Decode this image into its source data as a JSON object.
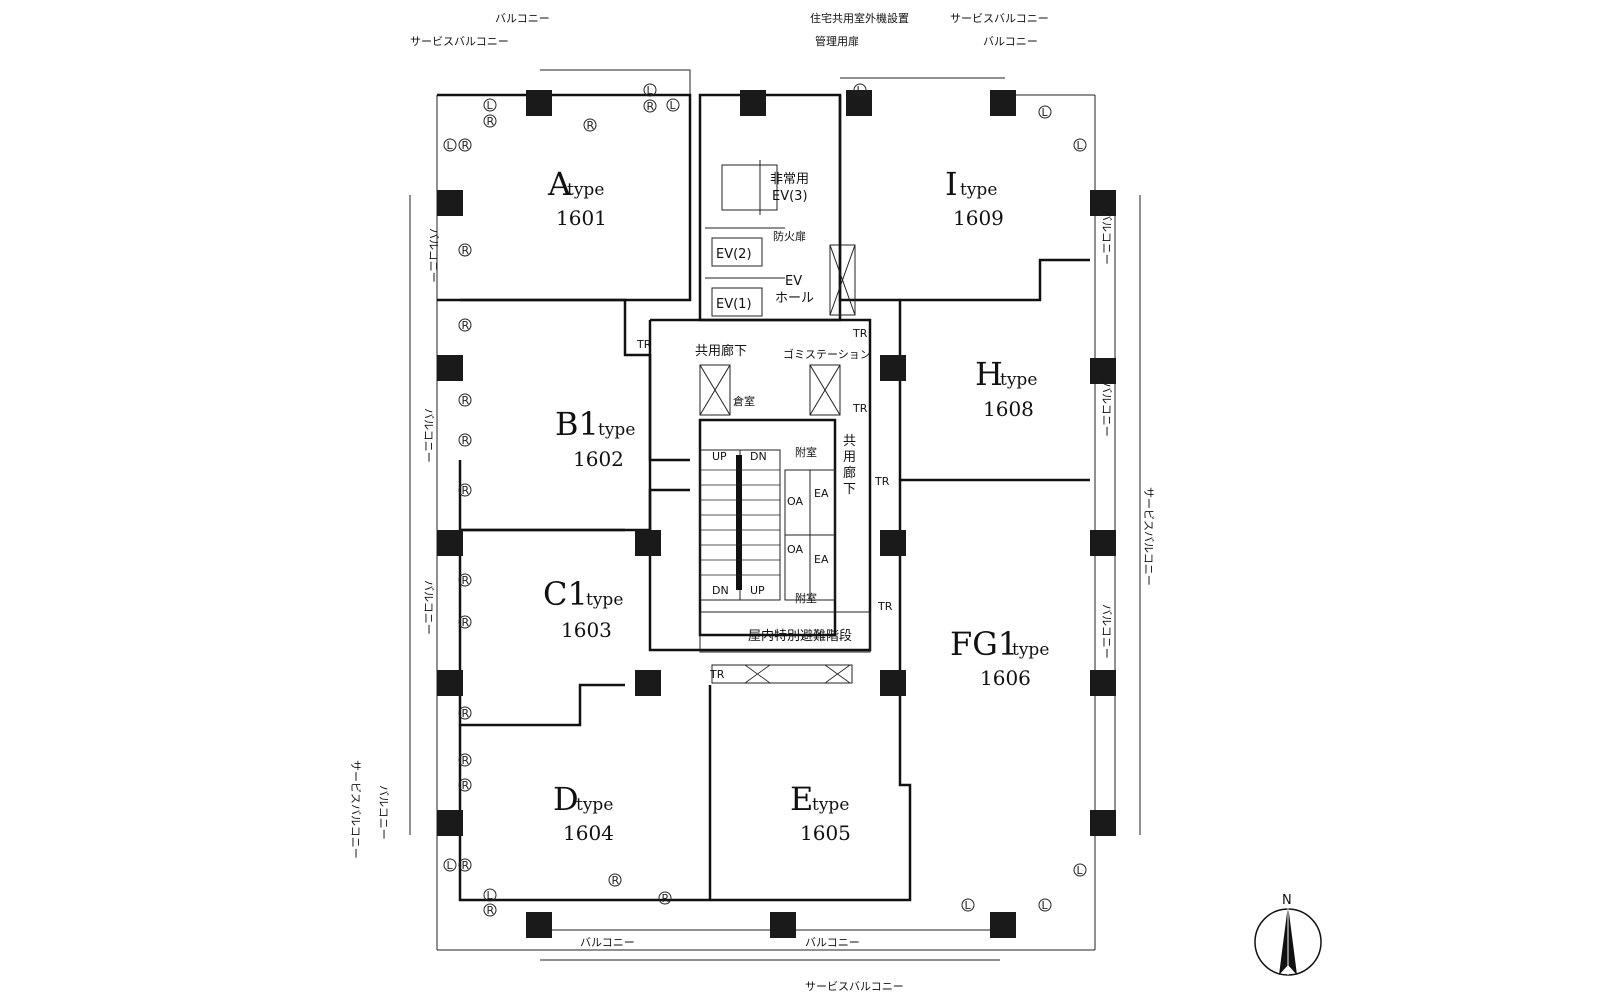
{
  "units": [
    {
      "id": "A",
      "letter": "A",
      "suffix": "type",
      "number": "1601"
    },
    {
      "id": "B1",
      "letter": "B1",
      "suffix": "type",
      "number": "1602"
    },
    {
      "id": "C1",
      "letter": "C1",
      "suffix": "type",
      "number": "1603"
    },
    {
      "id": "D",
      "letter": "D",
      "suffix": "type",
      "number": "1604"
    },
    {
      "id": "E",
      "letter": "E",
      "suffix": "type",
      "number": "1605"
    },
    {
      "id": "FG1",
      "letter": "FG1",
      "suffix": "type",
      "number": "1606"
    },
    {
      "id": "H",
      "letter": "H",
      "suffix": "type",
      "number": "1608"
    },
    {
      "id": "I",
      "letter": "I",
      "suffix": "type",
      "number": "1609"
    }
  ],
  "labels": {
    "balcony": "バルコニー",
    "service_balcony": "サービスバルコニー",
    "outdoor_unit": "住宅共用室外機設置",
    "management": "管理用扉",
    "emergency_ev": "非常用",
    "ev3": "EV(3)",
    "ev2": "EV(2)",
    "ev1": "EV(1)",
    "fire_door": "防火扉",
    "ev_hall_1": "EV",
    "ev_hall_2": "ホール",
    "common_corridor": "共用廊下",
    "common_corridor_vertical": "共用廊下",
    "garbage_station": "ゴミステーション",
    "storage": "倉室",
    "annex_room_1": "附室",
    "annex_room_2": "附室",
    "oa": "OA",
    "ea": "EA",
    "up": "UP",
    "dn": "DN",
    "tr": "TR",
    "evac_stair": "屋内特別避難階段",
    "north": "N"
  },
  "symbols": {
    "L": "L",
    "R": "R"
  }
}
